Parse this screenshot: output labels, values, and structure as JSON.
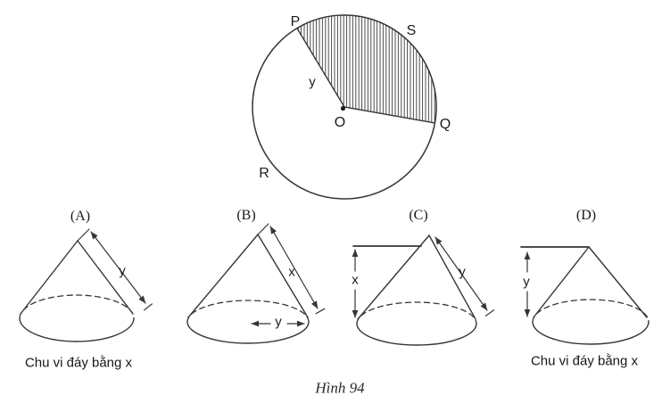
{
  "colors": {
    "stroke": "#363636",
    "text": "#1b1b1b",
    "background": "#ffffff"
  },
  "circle": {
    "p": "P",
    "s": "S",
    "q": "Q",
    "r": "R",
    "center": "O",
    "radius_label": "y"
  },
  "cones": [
    {
      "label": "(A)",
      "slant_label": "y",
      "caption": "Chu vi đáy bằng x"
    },
    {
      "label": "(B)",
      "slant_label": "x",
      "radius_label": "y"
    },
    {
      "label": "(C)",
      "height_label": "x",
      "slant_label": "y"
    },
    {
      "label": "(D)",
      "height_label": "y",
      "caption": "Chu vi đáy bằng x"
    }
  ],
  "figure_caption": "Hình 94"
}
